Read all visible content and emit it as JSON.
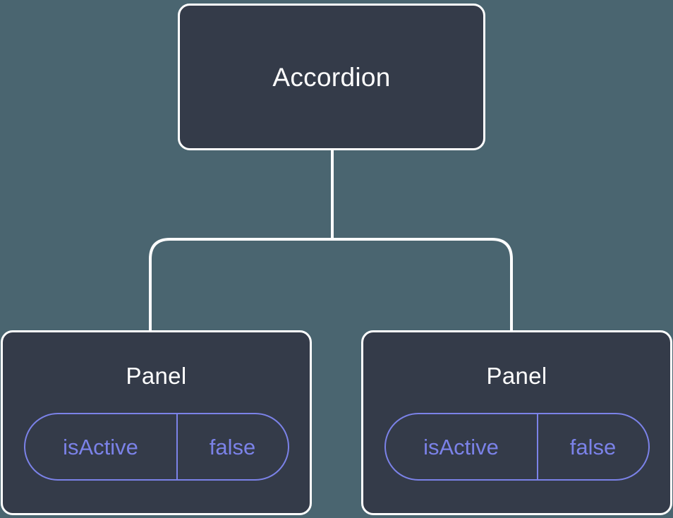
{
  "diagram": {
    "type": "component-tree",
    "background_color": "#4a6570",
    "node_fill_color": "#343b49",
    "node_border_color": "#ffffff",
    "edge_color": "#ffffff",
    "prop_accent_color": "#7b82e8",
    "root": {
      "label": "Accordion"
    },
    "children": [
      {
        "label": "Panel",
        "props": [
          {
            "key": "isActive",
            "value": "false"
          }
        ]
      },
      {
        "label": "Panel",
        "props": [
          {
            "key": "isActive",
            "value": "false"
          }
        ]
      }
    ]
  }
}
